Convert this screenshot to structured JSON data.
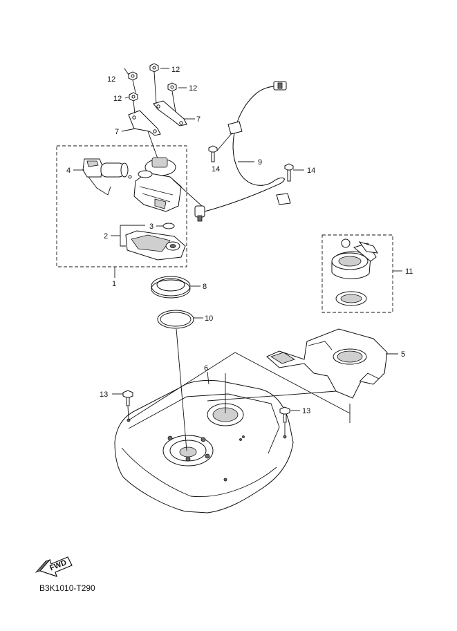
{
  "diagram": {
    "code": "B3K1010-T290",
    "fwd_label": "FWD",
    "callouts": [
      "1",
      "2",
      "3",
      "4",
      "5",
      "6",
      "7",
      "7",
      "8",
      "9",
      "10",
      "11",
      "12",
      "12",
      "12",
      "12",
      "13",
      "13",
      "14",
      "14"
    ]
  }
}
